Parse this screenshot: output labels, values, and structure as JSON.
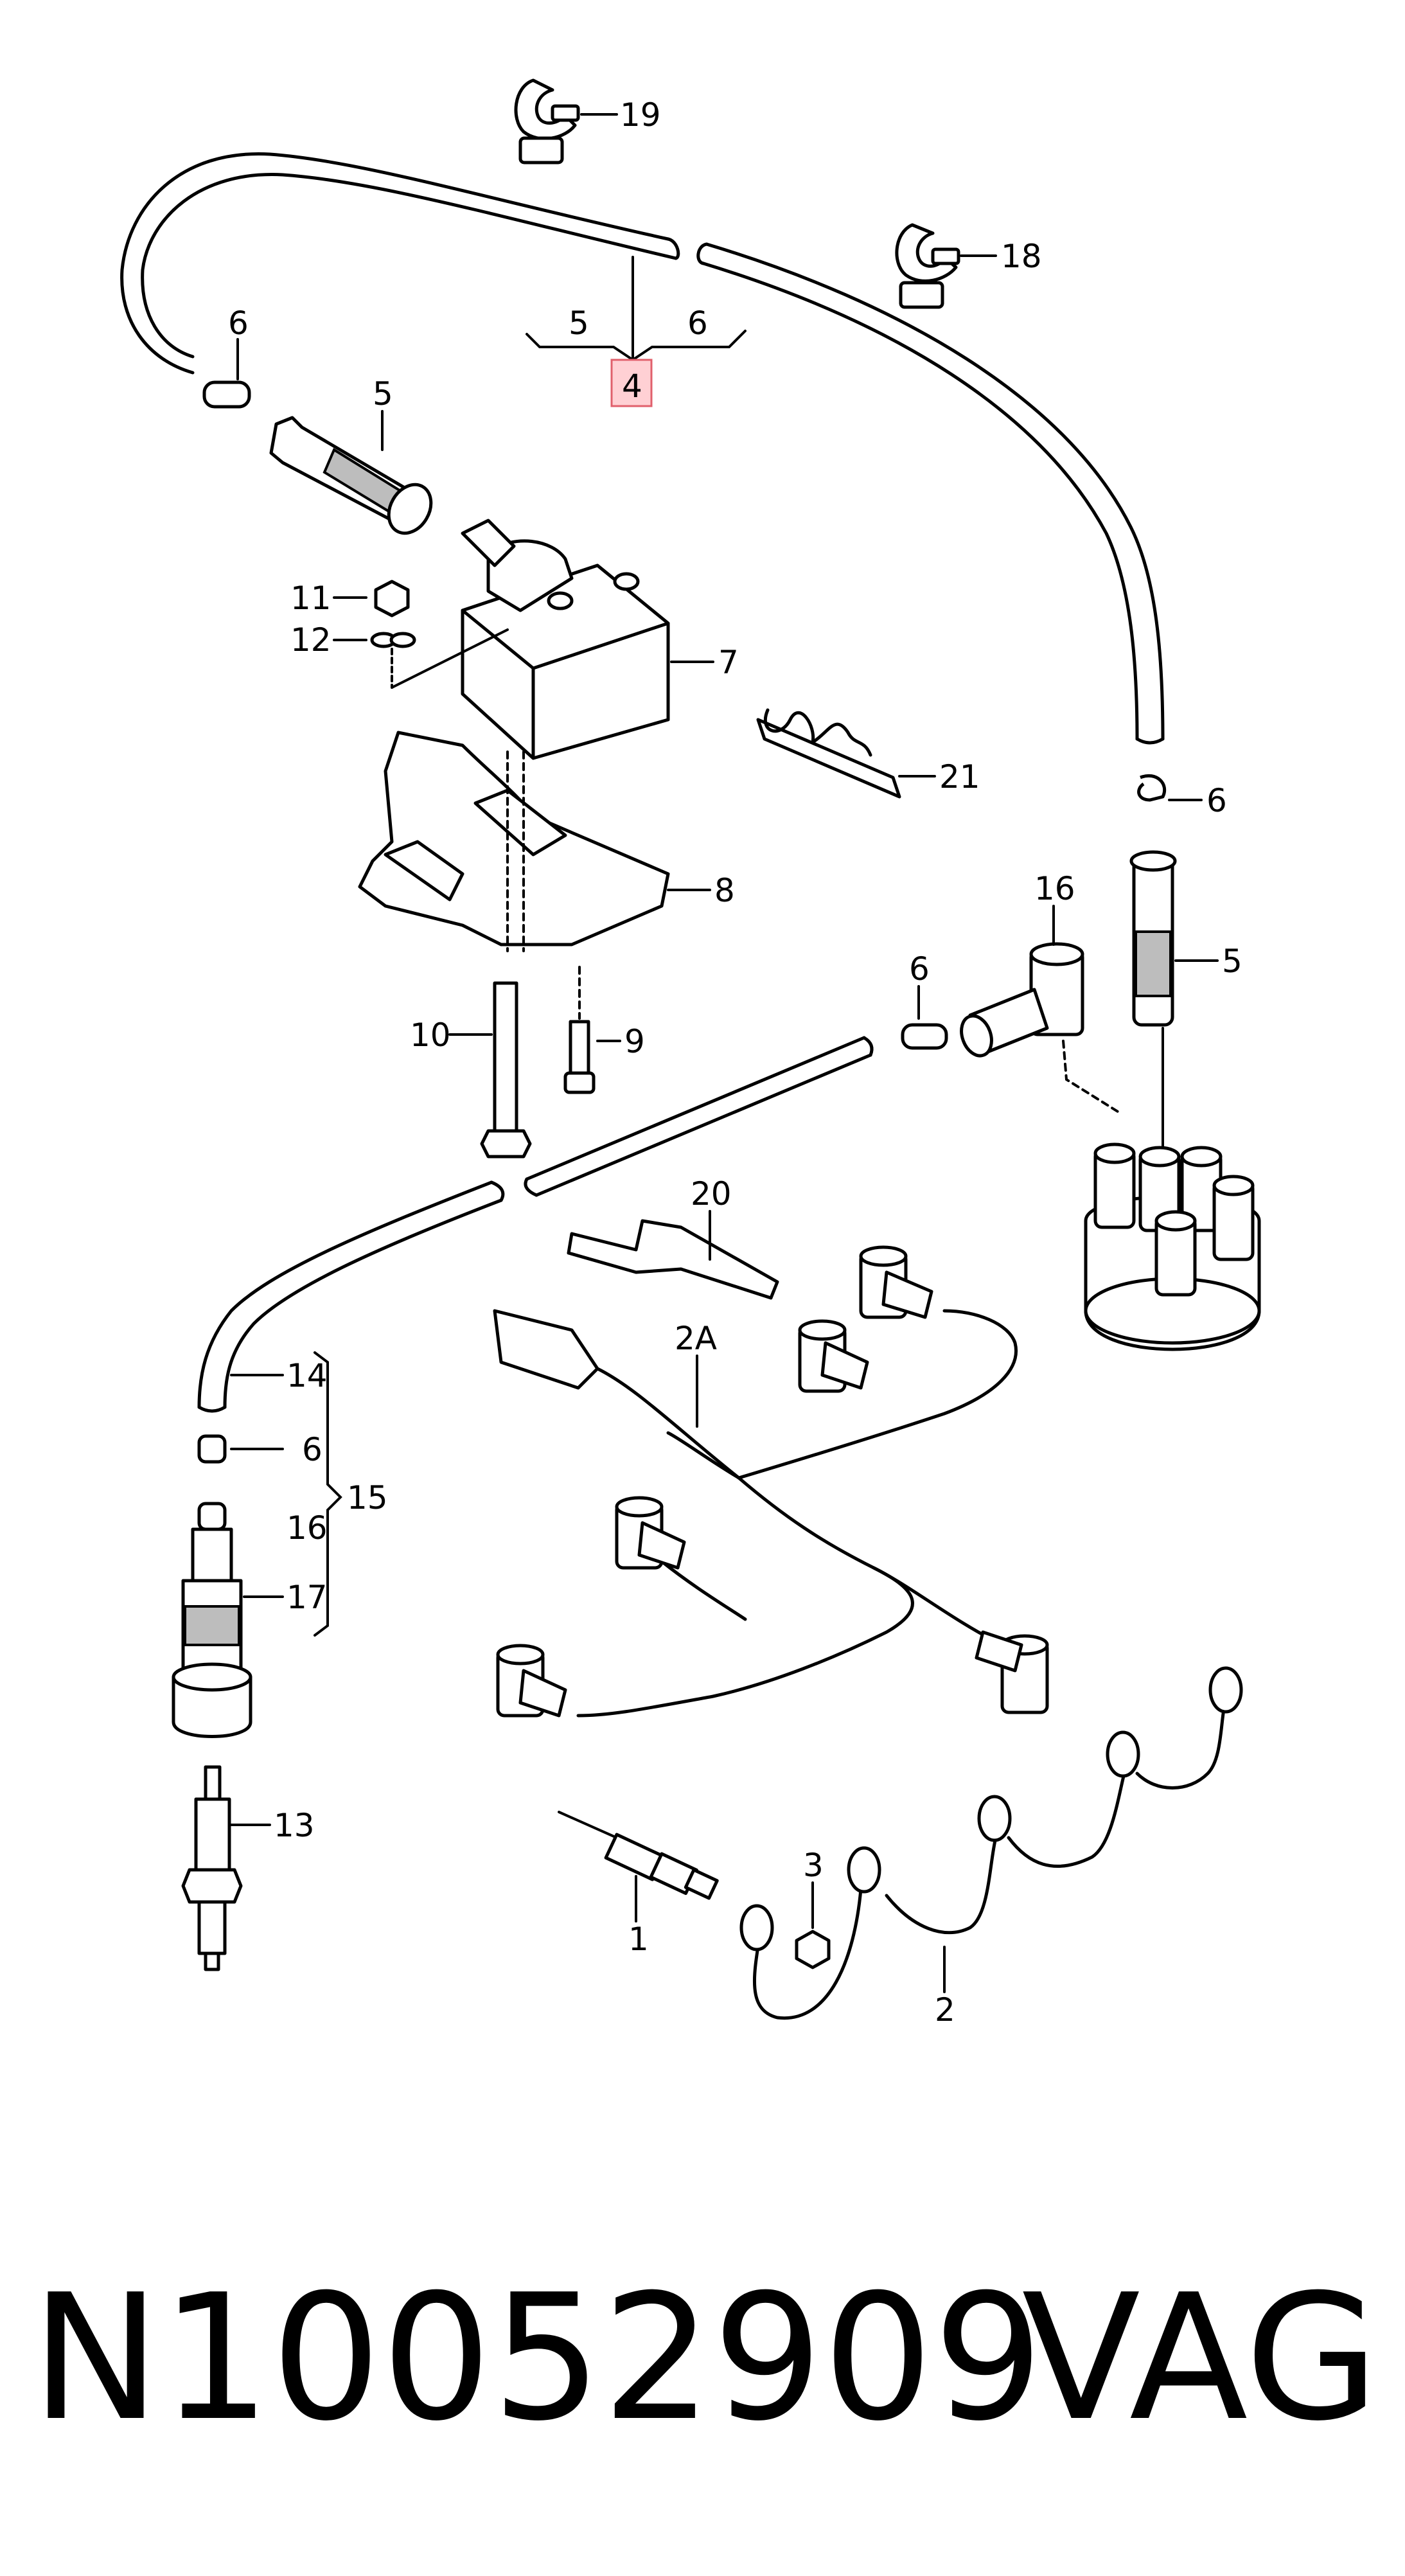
{
  "diagram": {
    "callouts": {
      "c19": "19",
      "c18": "18",
      "c4_5": "5",
      "c4_6": "6",
      "c4": "4",
      "c6_top": "6",
      "c5_top": "5",
      "c11": "11",
      "c12": "12",
      "c7": "7",
      "c21": "21",
      "c6_right": "6",
      "c8": "8",
      "c16": "16",
      "c5_right": "5",
      "c6_mid": "6",
      "c10": "10",
      "c9": "9",
      "c20": "20",
      "c2A": "2A",
      "c14": "14",
      "c6_left": "6",
      "c15": "15",
      "c16_left": "16",
      "c17": "17",
      "c13": "13",
      "c3": "3",
      "c1": "1",
      "c2": "2"
    },
    "highlighted_callout": "4",
    "highlight_color": "#ff9aa2"
  },
  "footer": {
    "part_number": "N10052909",
    "brand": "VAG"
  }
}
